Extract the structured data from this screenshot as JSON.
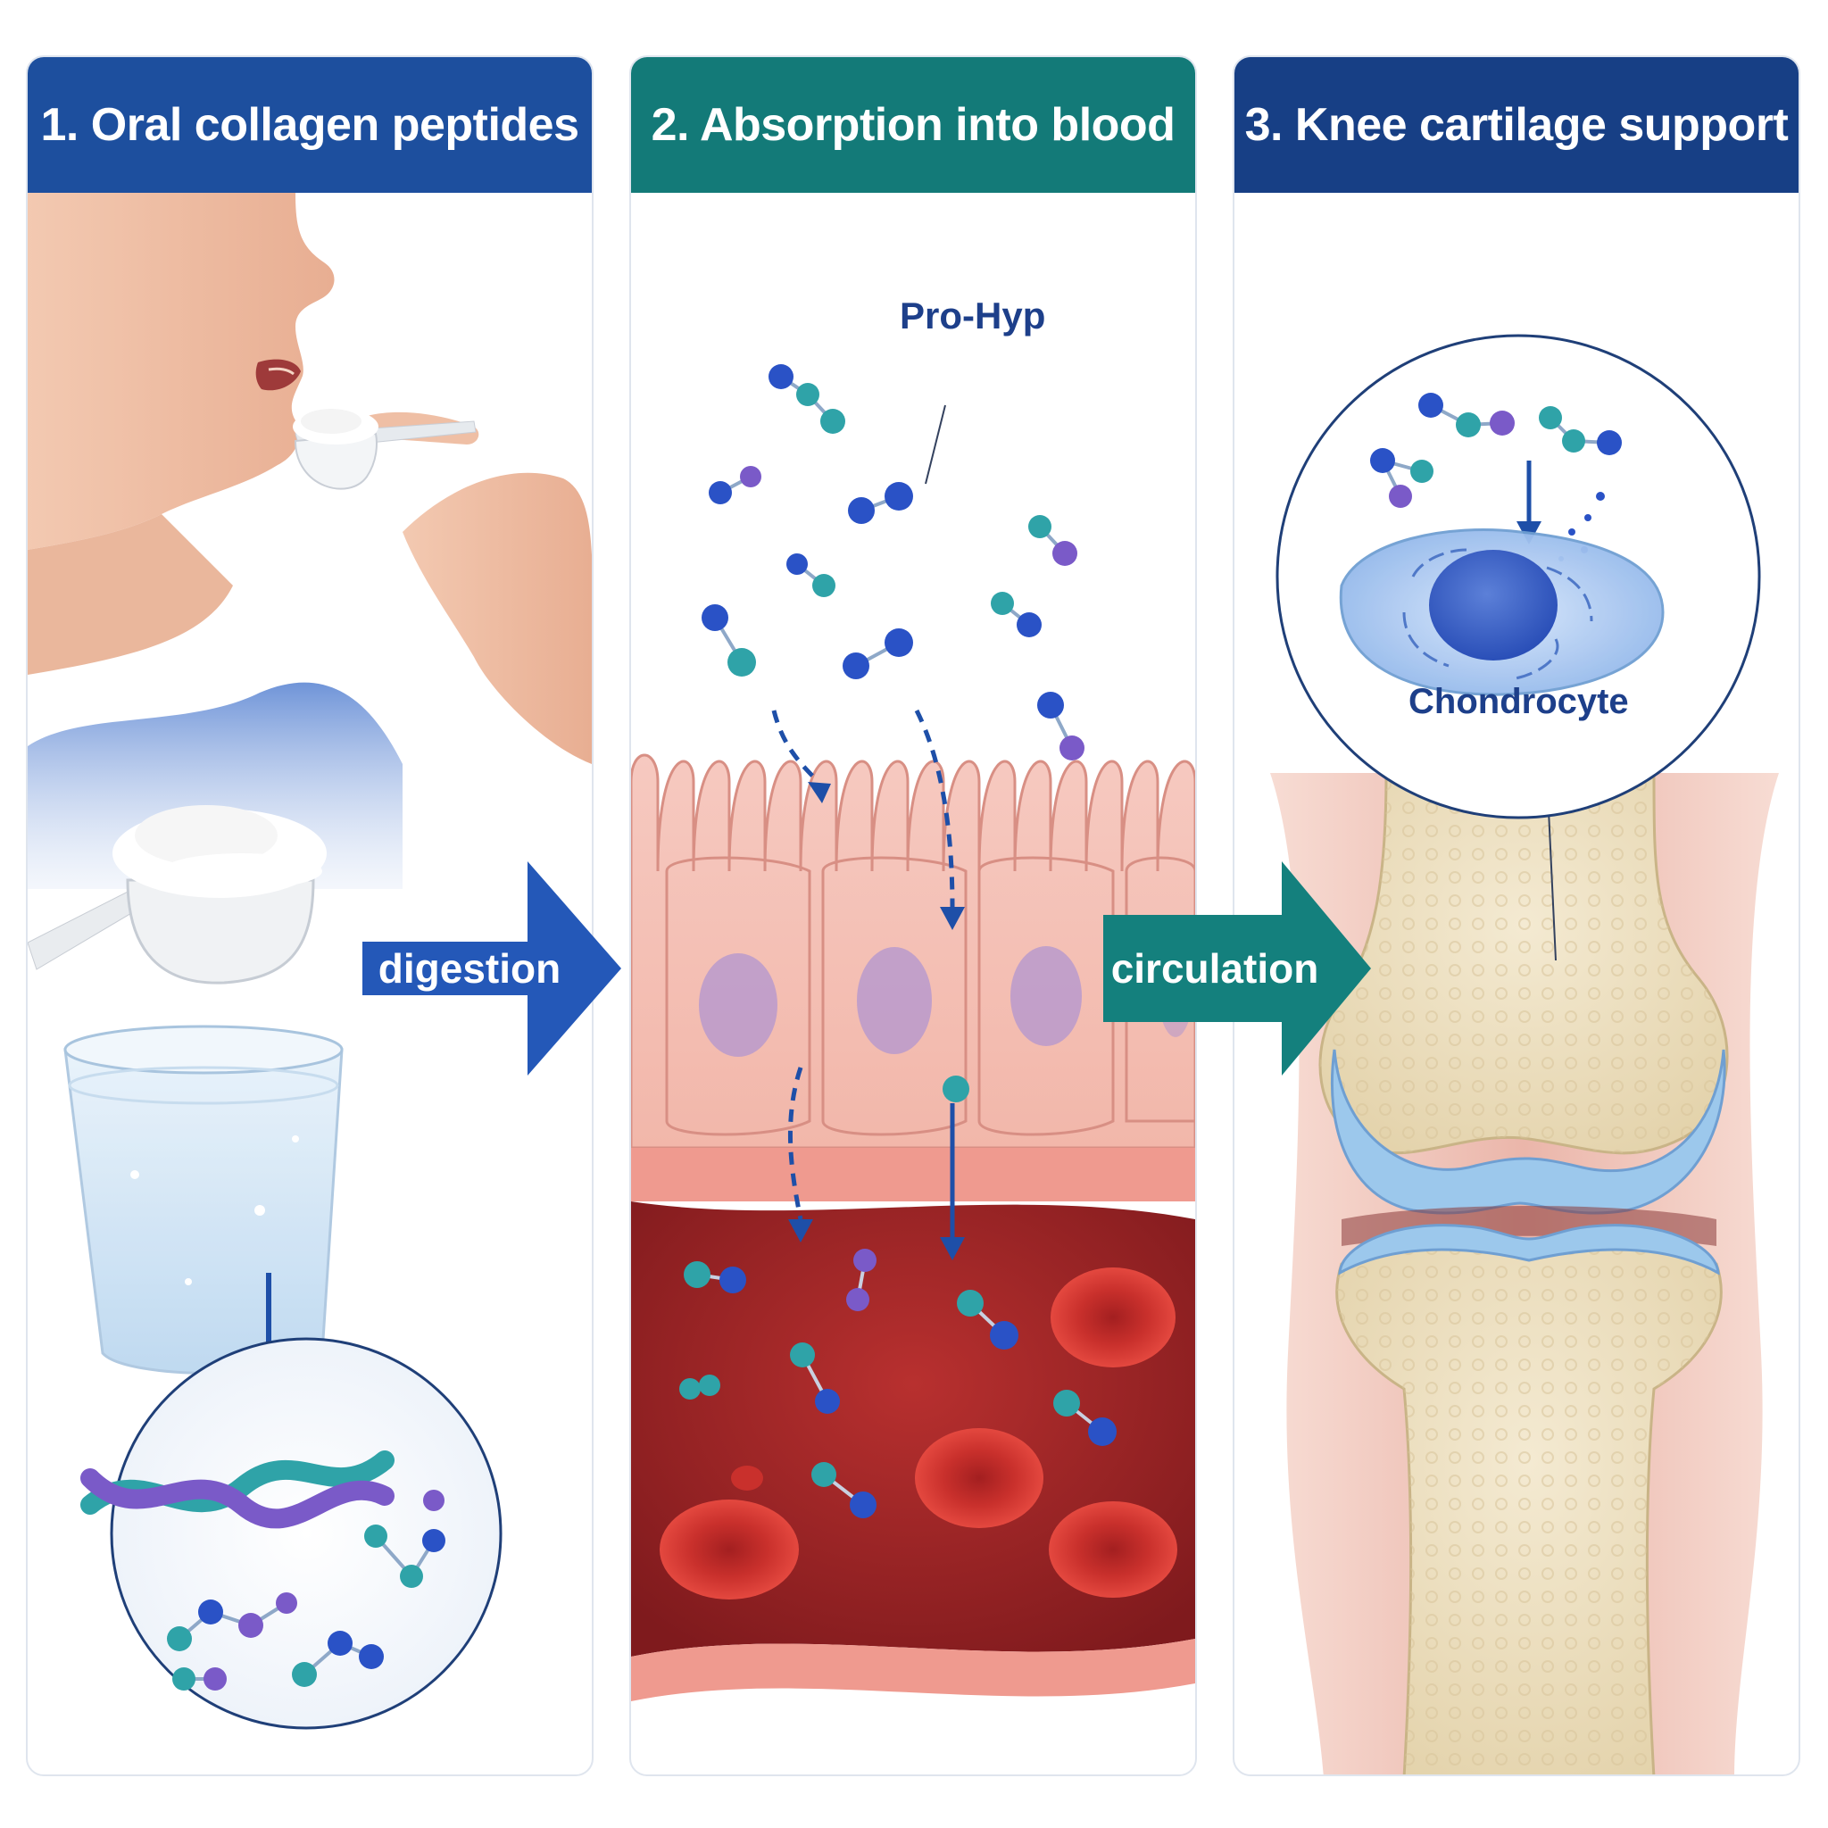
{
  "panels": [
    {
      "title": "1. Oral collagen peptides"
    },
    {
      "title": "2. Absorption into blood"
    },
    {
      "title": "3. Knee cartilage support"
    }
  ],
  "flows": [
    {
      "label": "digestion"
    },
    {
      "label": "circulation"
    }
  ],
  "callouts": {
    "molecule": "Pro-Hyp",
    "cell": "Chondrocyte"
  },
  "colors": {
    "header_1": "#1d4f9e",
    "header_2": "#137a78",
    "header_3": "#173f85",
    "arrow_digestion": "#2458b8",
    "arrow_circulation": "#14807d",
    "molecule_blue": "#2a52c6",
    "molecule_teal": "#2fa3a8",
    "molecule_purple": "#7a5ac8",
    "blood": "#a82a2a",
    "cartilage": "#9cc8ec",
    "bone": "#efe3c4"
  }
}
